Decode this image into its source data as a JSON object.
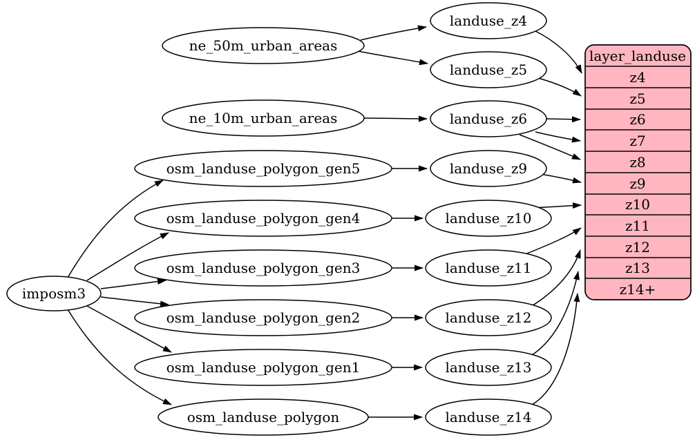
{
  "graph": {
    "root_node": "imposm3",
    "source_tables": [
      "ne_50m_urban_areas",
      "ne_10m_urban_areas",
      "osm_landuse_polygon_gen5",
      "osm_landuse_polygon_gen4",
      "osm_landuse_polygon_gen3",
      "osm_landuse_polygon_gen2",
      "osm_landuse_polygon_gen1",
      "osm_landuse_polygon"
    ],
    "zoom_views": [
      "landuse_z4",
      "landuse_z5",
      "landuse_z6",
      "landuse_z9",
      "landuse_z10",
      "landuse_z11",
      "landuse_z12",
      "landuse_z13",
      "landuse_z14"
    ],
    "layer_table": {
      "title": "layer_landuse",
      "rows": [
        "z4",
        "z5",
        "z6",
        "z7",
        "z8",
        "z9",
        "z10",
        "z11",
        "z12",
        "z13",
        "z14+"
      ]
    },
    "edges": [
      [
        "imposm3",
        "osm_landuse_polygon_gen5"
      ],
      [
        "imposm3",
        "osm_landuse_polygon_gen4"
      ],
      [
        "imposm3",
        "osm_landuse_polygon_gen3"
      ],
      [
        "imposm3",
        "osm_landuse_polygon_gen2"
      ],
      [
        "imposm3",
        "osm_landuse_polygon_gen1"
      ],
      [
        "imposm3",
        "osm_landuse_polygon"
      ],
      [
        "ne_50m_urban_areas",
        "landuse_z4"
      ],
      [
        "ne_50m_urban_areas",
        "landuse_z5"
      ],
      [
        "ne_10m_urban_areas",
        "landuse_z6"
      ],
      [
        "osm_landuse_polygon_gen5",
        "landuse_z9"
      ],
      [
        "osm_landuse_polygon_gen4",
        "landuse_z10"
      ],
      [
        "osm_landuse_polygon_gen3",
        "landuse_z11"
      ],
      [
        "osm_landuse_polygon_gen2",
        "landuse_z12"
      ],
      [
        "osm_landuse_polygon_gen1",
        "landuse_z13"
      ],
      [
        "osm_landuse_polygon",
        "landuse_z14"
      ],
      [
        "landuse_z4",
        "layer_landuse.z4"
      ],
      [
        "landuse_z5",
        "layer_landuse.z5"
      ],
      [
        "landuse_z6",
        "layer_landuse.z6"
      ],
      [
        "landuse_z6",
        "layer_landuse.z7"
      ],
      [
        "landuse_z6",
        "layer_landuse.z8"
      ],
      [
        "landuse_z9",
        "layer_landuse.z9"
      ],
      [
        "landuse_z10",
        "layer_landuse.z10"
      ],
      [
        "landuse_z11",
        "layer_landuse.z11"
      ],
      [
        "landuse_z12",
        "layer_landuse.z12"
      ],
      [
        "landuse_z13",
        "layer_landuse.z13"
      ],
      [
        "landuse_z14",
        "layer_landuse.z14+"
      ]
    ],
    "colors": {
      "table_fill": "#ffb6c1",
      "node_fill": "#ffffff",
      "stroke": "#000000",
      "background": "#ffffff"
    }
  }
}
